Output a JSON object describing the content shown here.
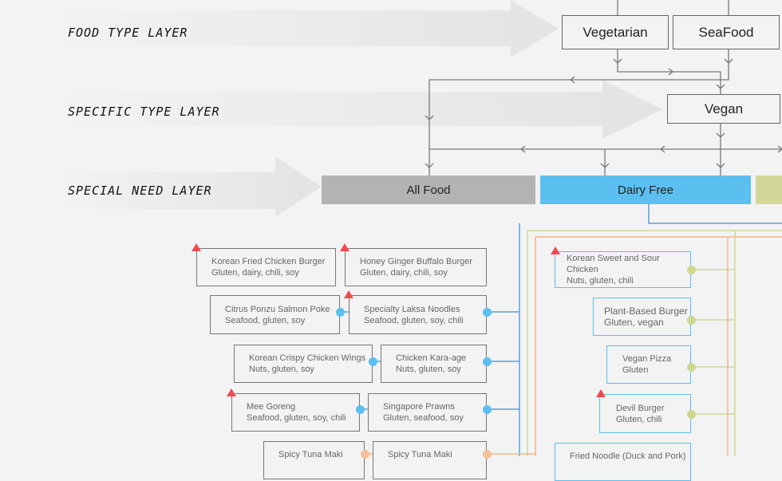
{
  "layers": {
    "food_type": "FOOD TYPE LAYER",
    "specific_type": "SPECIFIC TYPE LAYER",
    "special_need": "SPECIAL NEED LAYER"
  },
  "food_types": [
    "Vegetarian",
    "SeaFood"
  ],
  "specific_types": [
    "Vegan"
  ],
  "special_needs": [
    {
      "label": "All Food",
      "color": "#b3b3b3"
    },
    {
      "label": "Dairy Free",
      "color": "#5bbfef"
    },
    {
      "label": "",
      "color": "#d3d89a"
    }
  ],
  "colors": {
    "dairy_free_line": "#5b9fd6",
    "green_line": "#cfd79a",
    "orange_line": "#f4b48a",
    "warning_marker": "#ee4a4f",
    "blue_dot": "#5bbfef",
    "green_dot": "#cdd88f",
    "orange_dot": "#f6c09a"
  },
  "all_food_items": [
    {
      "name": "Korean Fried Chicken Burger",
      "allergens": "Gluten, dairy, chili, soy"
    },
    {
      "name": "Honey Ginger Buffalo Burger",
      "allergens": "Gluten, dairy, chili, soy"
    },
    {
      "name": "Citrus Ponzu Salmon Poke",
      "allergens": "Seafood, gluten, soy"
    },
    {
      "name": "Specialty Laksa Noodles",
      "allergens": "Seafood, gluten, soy, chili"
    },
    {
      "name": "Korean Crispy Chicken Wings",
      "allergens": "Nuts, gluten, soy"
    },
    {
      "name": "Chicken Kara-age",
      "allergens": "Nuts, gluten, soy"
    },
    {
      "name": "Mee Goreng",
      "allergens": "Seafood, gluten, soy, chili"
    },
    {
      "name": "Singapore Prawns",
      "allergens": "Gluten, seafood, soy"
    },
    {
      "name": "Spicy Tuna Maki",
      "allergens": ""
    },
    {
      "name": "Spicy Tuna Maki",
      "allergens": ""
    }
  ],
  "dairy_free_items": [
    {
      "name": "Korean Sweet and Sour Chicken",
      "allergens": "Nuts, gluten, chili"
    },
    {
      "name": "Plant-Based Burger",
      "allergens": "Gluten, vegan"
    },
    {
      "name": "Vegan Pizza",
      "allergens": "Gluten"
    },
    {
      "name": "Devil Burger",
      "allergens": "Gluten, chili"
    },
    {
      "name": "Fried Noodle (Duck and Pork)",
      "allergens": ""
    }
  ]
}
